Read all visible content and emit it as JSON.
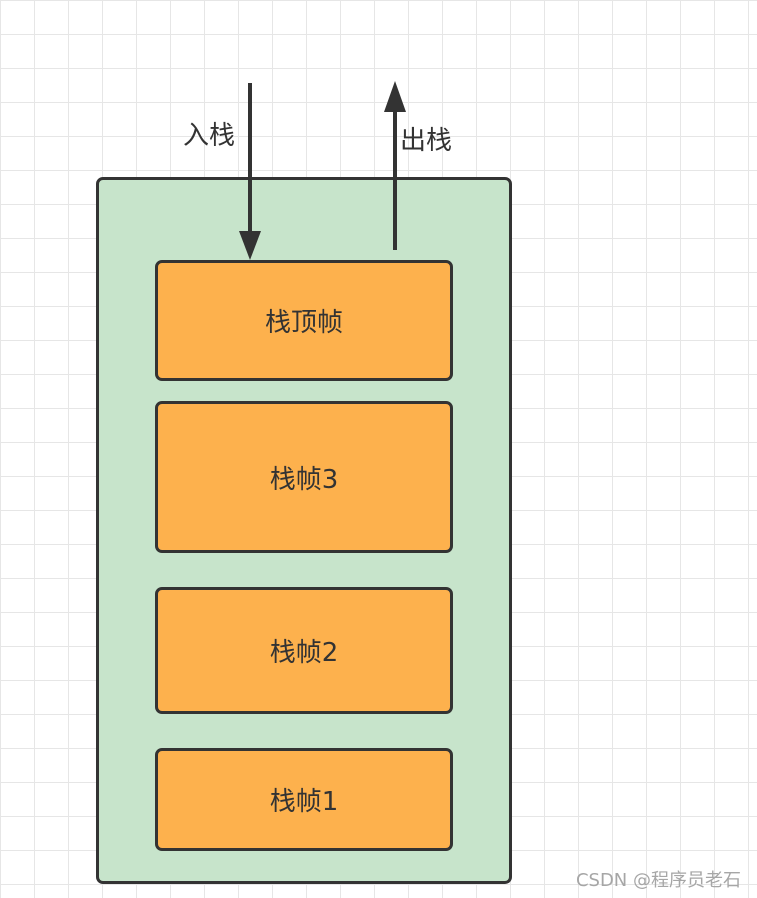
{
  "diagram": {
    "arrows": {
      "push_label": "入栈",
      "pop_label": "出栈"
    },
    "frames": {
      "top": "栈顶帧",
      "frame3": "栈帧3",
      "frame2": "栈帧2",
      "frame1": "栈帧1"
    }
  },
  "watermark": "CSDN @程序员老石",
  "colors": {
    "container_fill": "#c7e4cb",
    "frame_fill": "#fdb14d",
    "stroke": "#333333",
    "grid": "#e6e6e6"
  }
}
